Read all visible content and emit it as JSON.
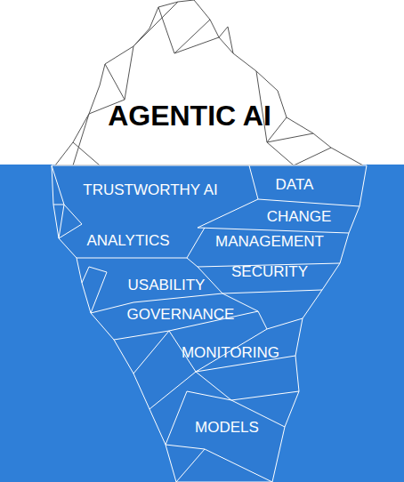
{
  "diagram": {
    "labels": [
      "AGENTIC AI",
      "TRUSTWORTHY AI",
      "DATA",
      "CHANGE",
      "ANALYTICS",
      "MANAGEMENT",
      "SECURITY",
      "USABILITY",
      "GOVERNANCE",
      "MONITORING",
      "MODELS"
    ]
  }
}
